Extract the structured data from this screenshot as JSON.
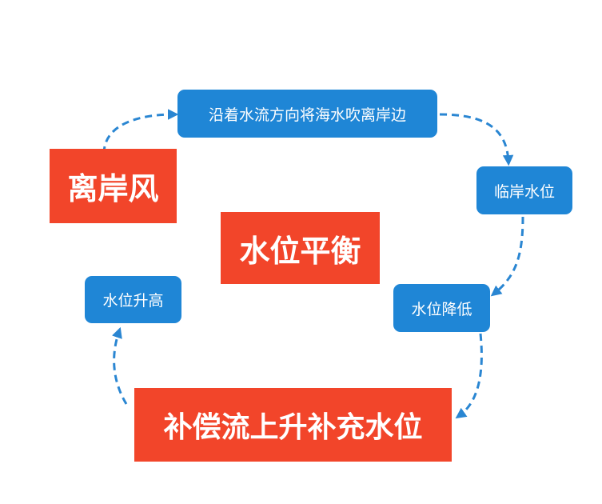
{
  "center": {
    "label": "水位平衡"
  },
  "nodes": {
    "offshore_wind": "离岸风",
    "wind_action": "沿着水流方向将海水吹离岸边",
    "nearshore_level": "临岸水位",
    "level_drop": "水位降低",
    "compensation_flow": "补偿流上升补充水位",
    "level_rise": "水位升高"
  },
  "colors": {
    "red_box": "#f2452a",
    "blue_box": "#1f86d6",
    "arrow": "#2a86d2"
  }
}
